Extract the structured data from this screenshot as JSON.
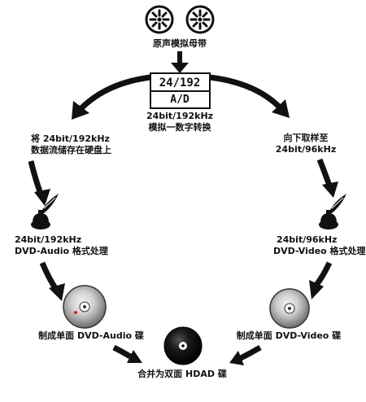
{
  "source": {
    "label": "原声模拟母带",
    "icon": "tape-reel-icon"
  },
  "converter_box": {
    "top_text": "24/192",
    "bottom_text": "A/D"
  },
  "converter_caption": [
    "24bit/192kHz",
    "模拟一数字转换"
  ],
  "left_branch": {
    "storage_caption": [
      "将 24bit/192kHz",
      "数据流储存在硬盘上"
    ],
    "process_caption": [
      "24bit/192kHz",
      "DVD-Audio 格式处理"
    ],
    "disc_caption": "制成单面 DVD-Audio 碟",
    "process_icon": "quill-inkwell-icon",
    "disc_icon": "cd-disc-icon"
  },
  "right_branch": {
    "downsample_caption": [
      "向下取样至",
      "24bit/96kHz"
    ],
    "process_caption": [
      "24bit/96kHz",
      "DVD-Video 格式处理"
    ],
    "disc_caption": "制成单面 DVD-Video 碟",
    "process_icon": "quill-inkwell-icon",
    "disc_icon": "cd-disc-icon"
  },
  "final": {
    "caption": "合并为双面 HDAD 碟",
    "icon": "black-disc-icon"
  },
  "colors": {
    "ink": "#111111",
    "background": "#ffffff"
  }
}
